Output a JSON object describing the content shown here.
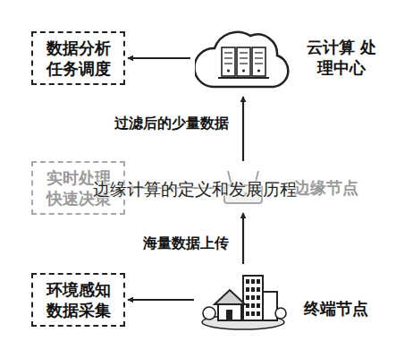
{
  "diagram": {
    "nodes": [
      {
        "text": [
          "云计算 处理中心"
        ]
      },
      {
        "text": [
          "数据分析 任务调度"
        ]
      },
      {
        "text": [
          "边缘节点"
        ]
      },
      {
        "text": [
          "实时处理 快速决策"
        ]
      },
      {
        "text": [
          "终端节点"
        ]
      },
      {
        "text": [
          "环境感知 数据采集"
        ]
      }
    ],
    "edges": [
      {
        "from": 0,
        "to": 1,
        "arrow": "to"
      },
      {
        "from": 2,
        "to": 0,
        "label": "过滤后的少量数据",
        "arrow": "to"
      },
      {
        "from": 2,
        "to": 3,
        "arrow": "to"
      },
      {
        "from": 4,
        "to": 2,
        "label": "海量数据上传",
        "arrow": "to"
      },
      {
        "from": 4,
        "to": 5,
        "arrow": "to"
      }
    ],
    "labels": [
      "边缘计算的定义和发展历程"
    ]
  }
}
